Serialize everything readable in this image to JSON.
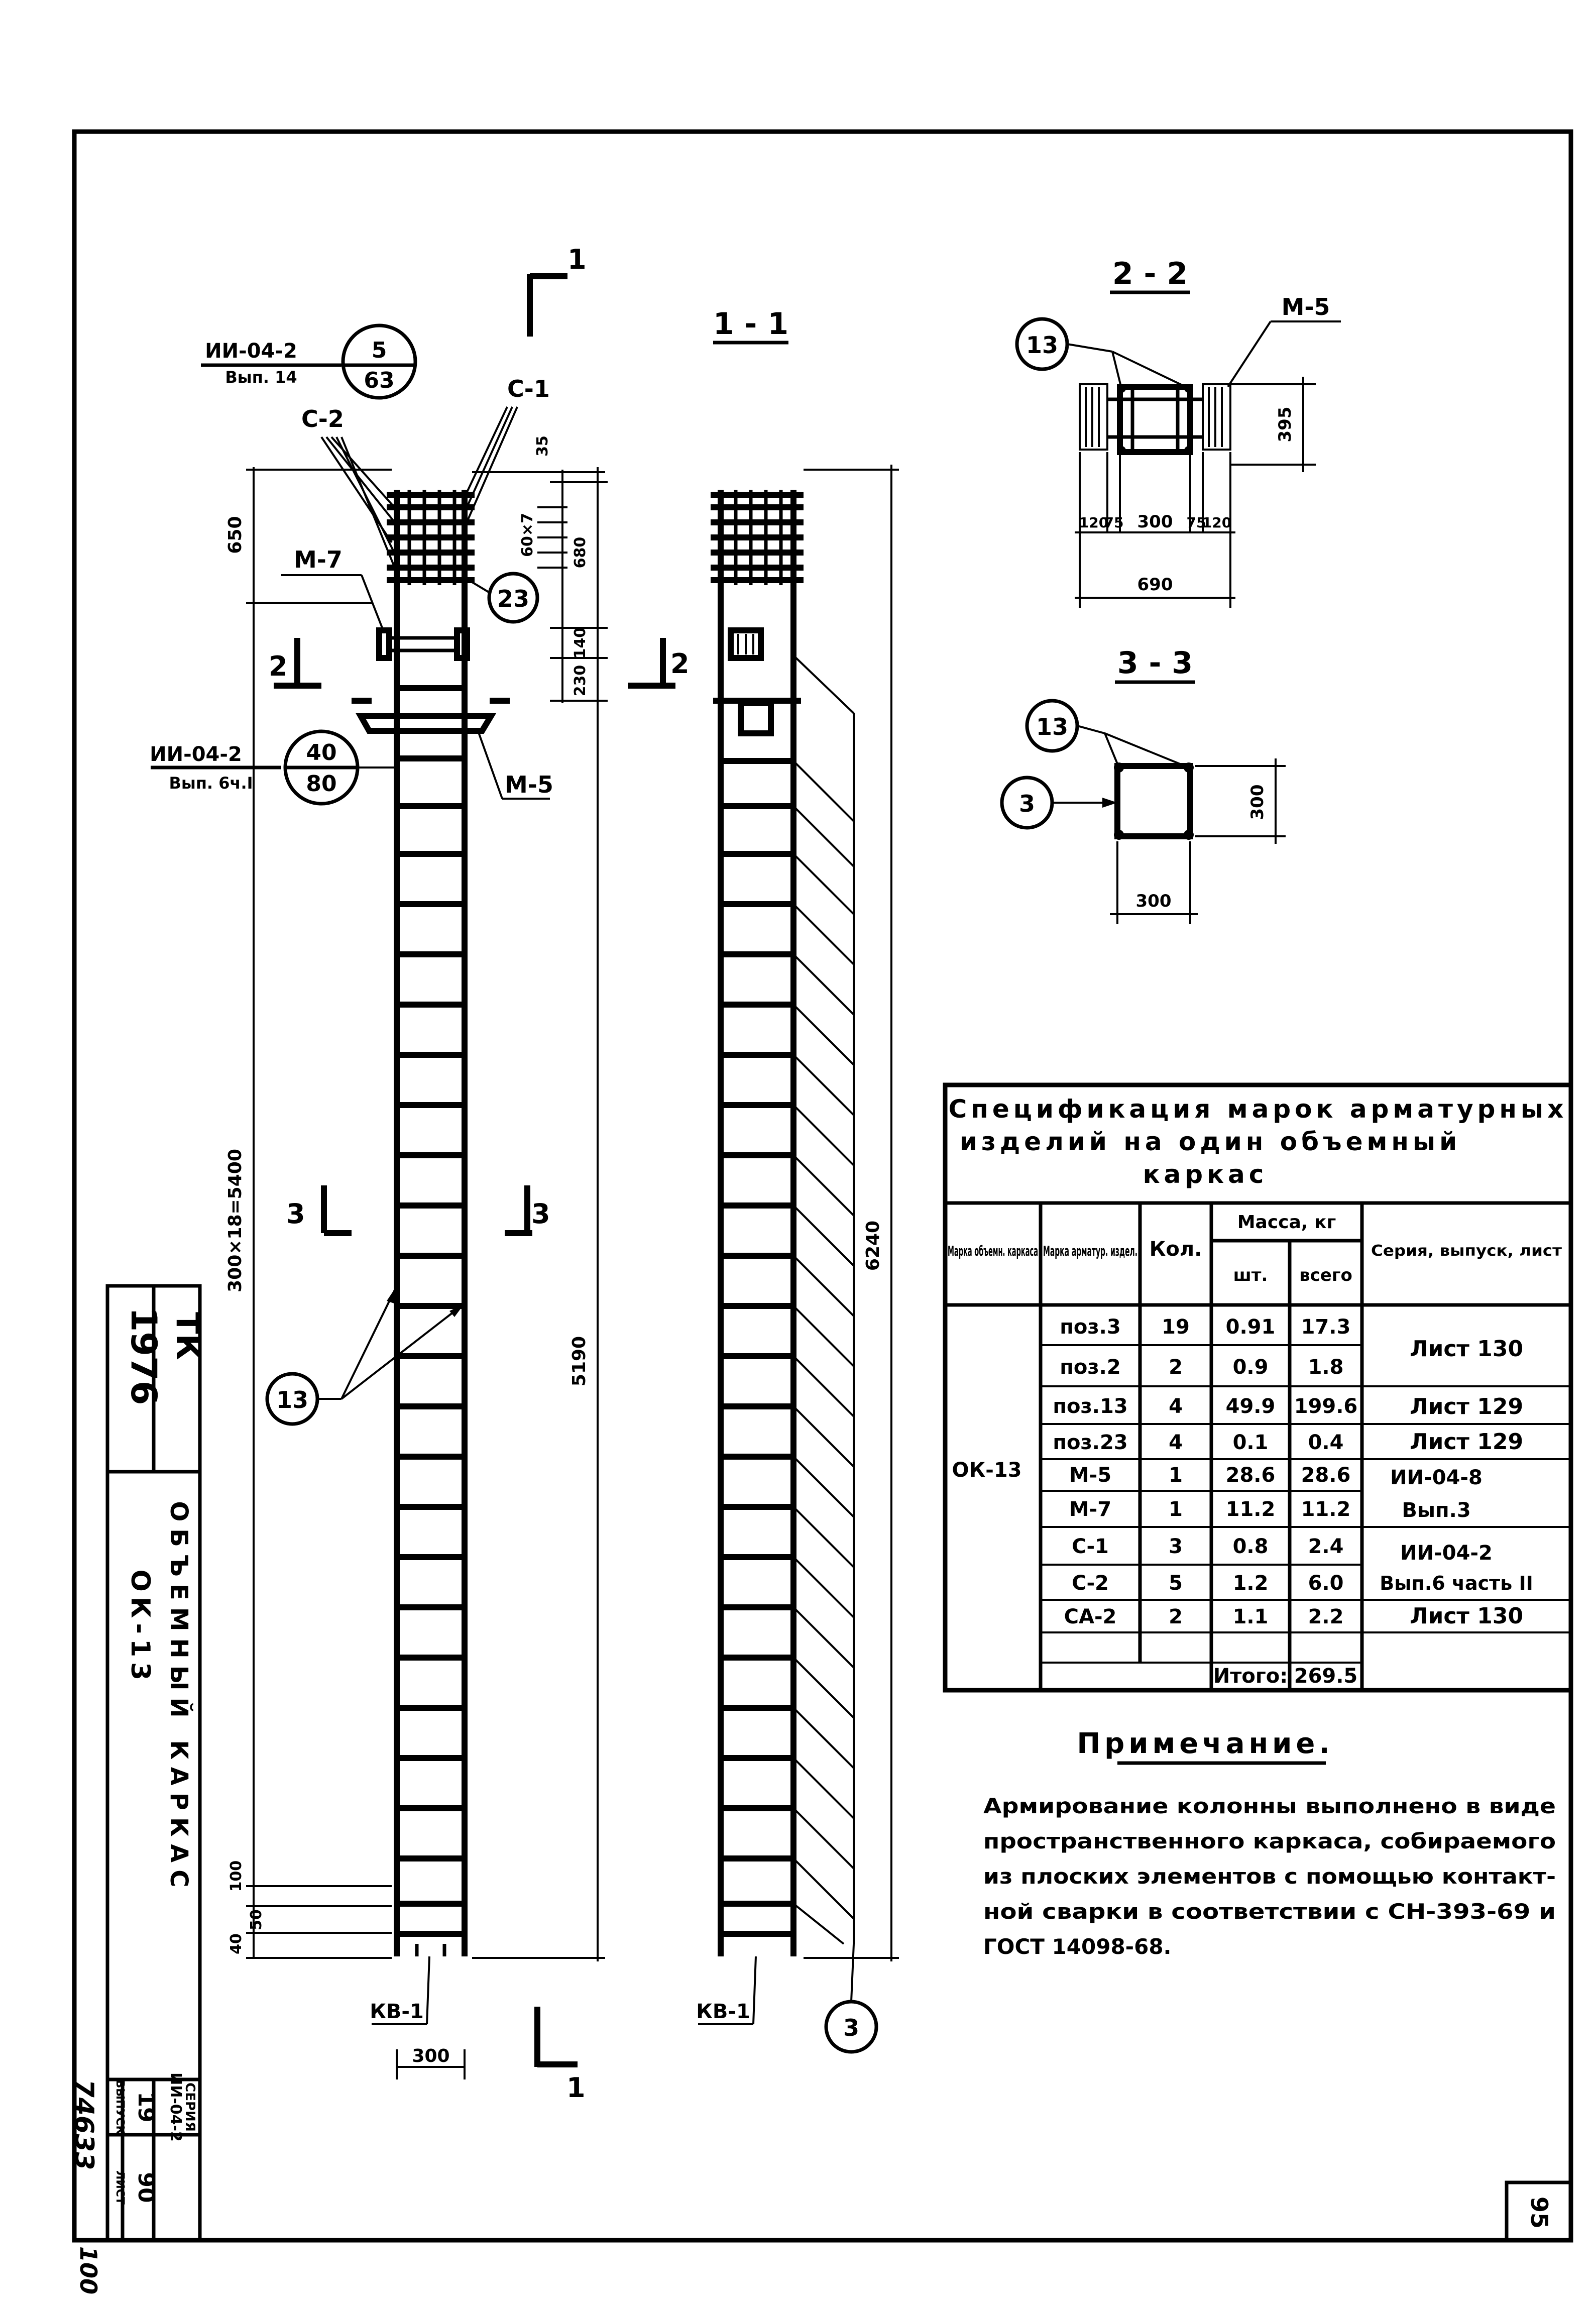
{
  "sheet": {
    "page_number": "95",
    "handwritten_number": "74633",
    "bottom_number": "100"
  },
  "title_block": {
    "series_header": "СЕРИЯ",
    "series_value": "ИИ-04-2",
    "vypusk_header": "ВЫПУСК",
    "vypusk_value": "19",
    "list_header": "ЛИСТ",
    "list_value": "90",
    "stamp_org": "ТК",
    "stamp_year": "1976",
    "drawing_title": "ОБЪЕМНЫЙ КАРКАС",
    "drawing_mark": "ОК-13"
  },
  "main_view": {
    "ref_top_series": "ИИ-04-2",
    "ref_top_vyp": "Вып. 14",
    "ref_top_num": "5",
    "ref_top_den": "63",
    "label_c2": "С-2",
    "label_c1": "С-1",
    "label_m7": "М-7",
    "label_m5": "М-5",
    "callout_23": "23",
    "callout_13": "13",
    "ref_mid_series": "ИИ-04-2",
    "ref_mid_vyp": "Вып. 6ч.I",
    "ref_mid_num": "40",
    "ref_mid_den": "80",
    "dim_650": "650",
    "dim_35": "35",
    "dim_60x7": "60×7",
    "dim_680": "680",
    "dim_140": "140",
    "dim_230": "230",
    "dim_spacing": "300×18=5400",
    "dim_5190": "5190",
    "dim_100": "100",
    "dim_50": "50",
    "dim_40": "40",
    "dim_300": "300",
    "label_kv1": "КВ-1",
    "section_1": "1",
    "section_2": "2",
    "section_3": "3"
  },
  "section_1_1": {
    "title": "1 - 1",
    "dim_6240": "6240",
    "label_kv1": "КВ-1",
    "callout_3": "3"
  },
  "section_2_2": {
    "title": "2 - 2",
    "label_m5": "М-5",
    "callout_13": "13",
    "dim_395": "395",
    "dims_bottom": [
      "120",
      "75",
      "300",
      "75",
      "120"
    ],
    "dim_total": "690"
  },
  "section_3_3": {
    "title": "3 - 3",
    "callout_13": "13",
    "callout_3": "3",
    "dim_side": "300",
    "dim_bottom": "300"
  },
  "spec_table": {
    "title_line1": "Спецификация марок арматурных",
    "title_line2": "изделий на один объемный",
    "title_line3": "каркас",
    "headers": {
      "marka_obj": "Марка объемн. каркаса",
      "marka_arm": "Марка арматур. издел.",
      "kol": "Кол.",
      "massa": "Масса, кг",
      "sht": "шт.",
      "vsego": "всего",
      "seriya": "Серия, выпуск, лист"
    },
    "group_mark": "ОК-13",
    "rows": [
      {
        "mark": "поз.3",
        "qty": "19",
        "unit": "0.91",
        "total": "17.3"
      },
      {
        "mark": "поз.2",
        "qty": "2",
        "unit": "0.9",
        "total": "1.8"
      },
      {
        "mark": "поз.13",
        "qty": "4",
        "unit": "49.9",
        "total": "199.6"
      },
      {
        "mark": "поз.23",
        "qty": "4",
        "unit": "0.1",
        "total": "0.4"
      },
      {
        "mark": "М-5",
        "qty": "1",
        "unit": "28.6",
        "total": "28.6"
      },
      {
        "mark": "М-7",
        "qty": "1",
        "unit": "11.2",
        "total": "11.2"
      },
      {
        "mark": "С-1",
        "qty": "3",
        "unit": "0.8",
        "total": "2.4"
      },
      {
        "mark": "С-2",
        "qty": "5",
        "unit": "1.2",
        "total": "6.0"
      },
      {
        "mark": "СА-2",
        "qty": "2",
        "unit": "1.1",
        "total": "2.2"
      }
    ],
    "series_refs": [
      "Лист 130",
      "Лист 129",
      "Лист 129",
      "ИИ-04-8",
      "Вып.3",
      "ИИ-04-2",
      "Вып.6 часть II",
      "Лист 130"
    ],
    "itogo_label": "Итого:",
    "itogo_value": "269.5"
  },
  "note": {
    "title": "Примечание.",
    "lines": [
      "Армирование колонны выполнено в виде",
      "пространственного каркаса, собираемого",
      "из плоских элементов с помощью контакт-",
      "ной сварки в соответствии с СН-393-69 и",
      "ГОСТ 14098-68."
    ]
  }
}
